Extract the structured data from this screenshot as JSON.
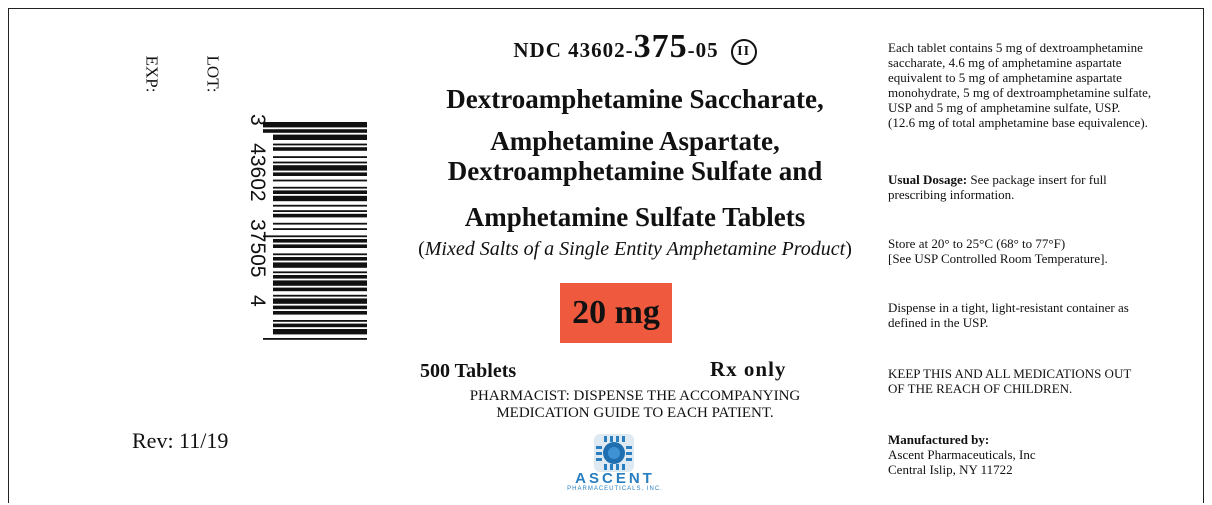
{
  "left_panel": {
    "exp_label": "EXP:",
    "lot_label": "LOT:",
    "barcode_digits": "3   43602   37505   4",
    "revision": "Rev: 11/19"
  },
  "center_panel": {
    "ndc_prefix": "NDC 43602-",
    "ndc_product": "375",
    "ndc_suffix": "-05",
    "schedule_symbol": "II",
    "title_lines": [
      "Dextroamphetamine Saccharate,",
      "Amphetamine Aspartate,",
      "Dextroamphetamine Sulfate and",
      "Amphetamine Sulfate Tablets"
    ],
    "subtitle_open": "(",
    "subtitle_italic": "Mixed Salts of a Single Entity Amphetamine Product",
    "subtitle_close": ")",
    "strength": "20 mg",
    "count": "500  Tablets",
    "rx": "Rx only",
    "pharmacist_line1": "PHARMACIST: DISPENSE THE ACCOMPANYING",
    "pharmacist_line2": "MEDICATION GUIDE TO EACH PATIENT.",
    "logo_name": "ASCENT",
    "logo_sub": "PHARMACEUTICALS, INC."
  },
  "right_panel": {
    "ingredients": [
      "Each tablet contains 5 mg of dextroamphetamine",
      "saccharate, 4.6 mg of amphetamine aspartate",
      "equivalent to 5 mg of amphetamine aspartate",
      "monohydrate, 5 mg of dextroamphetamine sulfate,",
      "USP and 5 mg of amphetamine sulfate, USP.",
      "(12.6 mg of total amphetamine base equivalence)."
    ],
    "dosage_label": "Usual Dosage:",
    "dosage_line1": " See package insert for full",
    "dosage_line2": "prescribing information.",
    "storage_line1": "Store at 20° to 25°C (68° to 77°F)",
    "storage_line2": "[See USP Controlled Room Temperature].",
    "dispense_line1": "Dispense in a tight, light-resistant container as",
    "dispense_line2": "defined in the USP.",
    "keep_line1": "KEEP THIS AND ALL MEDICATIONS OUT",
    "keep_line2": "OF THE REACH OF CHILDREN.",
    "mfr_label": "Manufactured by:",
    "mfr_line1": "Ascent Pharmaceuticals, Inc",
    "mfr_line2": "Central Islip, NY 11722"
  },
  "colors": {
    "strength_box": "#ef5a3f",
    "logo_blue": "#2a7fc1"
  }
}
